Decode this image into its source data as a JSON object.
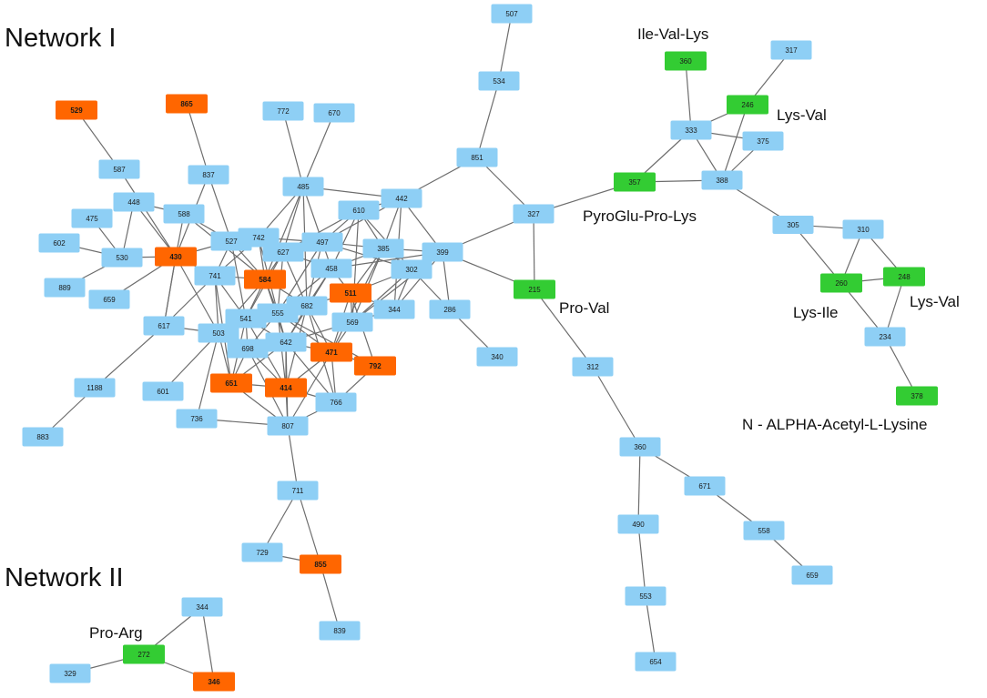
{
  "colors": {
    "default": "#8ecff5",
    "highlight": "#ff6600",
    "identified": "#33cc33",
    "edge": "#6d6d6d"
  },
  "titles": {
    "network1": "Network I",
    "network2": "Network II"
  },
  "annotations": {
    "ile_val_lys": "Ile-Val-Lys",
    "lys_val_top": "Lys-Val",
    "pyroglu_pro_lys": "PyroGlu-Pro-Lys",
    "pro_val": "Pro-Val",
    "lys_ile": "Lys-Ile",
    "lys_val_bottom": "Lys-Val",
    "n_alpha_acetyl_lysine": "N - ALPHA-Acetyl-L-Lysine",
    "pro_arg": "Pro-Arg"
  },
  "nodes": [
    {
      "id": "n507",
      "label": "507",
      "type": "default"
    },
    {
      "id": "n534",
      "label": "534",
      "type": "default"
    },
    {
      "id": "n851",
      "label": "851",
      "type": "default"
    },
    {
      "id": "n327",
      "label": "327",
      "type": "default"
    },
    {
      "id": "n215",
      "label": "215",
      "type": "identified"
    },
    {
      "id": "n312",
      "label": "312",
      "type": "default"
    },
    {
      "id": "n360b",
      "label": "360",
      "type": "default"
    },
    {
      "id": "n671",
      "label": "671",
      "type": "default"
    },
    {
      "id": "n558",
      "label": "558",
      "type": "default"
    },
    {
      "id": "n659b",
      "label": "659",
      "type": "default"
    },
    {
      "id": "n490",
      "label": "490",
      "type": "default"
    },
    {
      "id": "n553",
      "label": "553",
      "type": "default"
    },
    {
      "id": "n654",
      "label": "654",
      "type": "default"
    },
    {
      "id": "n340",
      "label": "340",
      "type": "default"
    },
    {
      "id": "n286",
      "label": "286",
      "type": "default"
    },
    {
      "id": "n399",
      "label": "399",
      "type": "default"
    },
    {
      "id": "n442",
      "label": "442",
      "type": "default"
    },
    {
      "id": "n610",
      "label": "610",
      "type": "default"
    },
    {
      "id": "n385",
      "label": "385",
      "type": "default"
    },
    {
      "id": "n302",
      "label": "302",
      "type": "default"
    },
    {
      "id": "n344a",
      "label": "344",
      "type": "default"
    },
    {
      "id": "n569",
      "label": "569",
      "type": "default"
    },
    {
      "id": "n511",
      "label": "511",
      "type": "highlight"
    },
    {
      "id": "n458",
      "label": "458",
      "type": "default"
    },
    {
      "id": "n497",
      "label": "497",
      "type": "default"
    },
    {
      "id": "n485",
      "label": "485",
      "type": "default"
    },
    {
      "id": "n772",
      "label": "772",
      "type": "default"
    },
    {
      "id": "n670",
      "label": "670",
      "type": "default"
    },
    {
      "id": "n627",
      "label": "627",
      "type": "default"
    },
    {
      "id": "n742",
      "label": "742",
      "type": "default"
    },
    {
      "id": "n527",
      "label": "527",
      "type": "default"
    },
    {
      "id": "n588",
      "label": "588",
      "type": "default"
    },
    {
      "id": "n584",
      "label": "584",
      "type": "highlight"
    },
    {
      "id": "n741",
      "label": "741",
      "type": "default"
    },
    {
      "id": "n682",
      "label": "682",
      "type": "default"
    },
    {
      "id": "n555",
      "label": "555",
      "type": "default"
    },
    {
      "id": "n541",
      "label": "541",
      "type": "default"
    },
    {
      "id": "n642",
      "label": "642",
      "type": "default"
    },
    {
      "id": "n698",
      "label": "698",
      "type": "default"
    },
    {
      "id": "n471",
      "label": "471",
      "type": "highlight"
    },
    {
      "id": "n792",
      "label": "792",
      "type": "highlight"
    },
    {
      "id": "n414",
      "label": "414",
      "type": "highlight"
    },
    {
      "id": "n651",
      "label": "651",
      "type": "highlight"
    },
    {
      "id": "n766",
      "label": "766",
      "type": "default"
    },
    {
      "id": "n807",
      "label": "807",
      "type": "default"
    },
    {
      "id": "n736",
      "label": "736",
      "type": "default"
    },
    {
      "id": "n601",
      "label": "601",
      "type": "default"
    },
    {
      "id": "n503",
      "label": "503",
      "type": "default"
    },
    {
      "id": "n617",
      "label": "617",
      "type": "default"
    },
    {
      "id": "n659a",
      "label": "659",
      "type": "default"
    },
    {
      "id": "n1188",
      "label": "1188",
      "type": "default"
    },
    {
      "id": "n883",
      "label": "883",
      "type": "default"
    },
    {
      "id": "n430",
      "label": "430",
      "type": "highlight"
    },
    {
      "id": "n530",
      "label": "530",
      "type": "default"
    },
    {
      "id": "n602",
      "label": "602",
      "type": "default"
    },
    {
      "id": "n889",
      "label": "889",
      "type": "default"
    },
    {
      "id": "n475",
      "label": "475",
      "type": "default"
    },
    {
      "id": "n448",
      "label": "448",
      "type": "default"
    },
    {
      "id": "n587",
      "label": "587",
      "type": "default"
    },
    {
      "id": "n529",
      "label": "529",
      "type": "highlight"
    },
    {
      "id": "n865",
      "label": "865",
      "type": "highlight"
    },
    {
      "id": "n837",
      "label": "837",
      "type": "default"
    },
    {
      "id": "n711",
      "label": "711",
      "type": "default"
    },
    {
      "id": "n729",
      "label": "729",
      "type": "default"
    },
    {
      "id": "n855",
      "label": "855",
      "type": "highlight"
    },
    {
      "id": "n839",
      "label": "839",
      "type": "default"
    },
    {
      "id": "n357",
      "label": "357",
      "type": "identified"
    },
    {
      "id": "n388",
      "label": "388",
      "type": "default"
    },
    {
      "id": "n333",
      "label": "333",
      "type": "default"
    },
    {
      "id": "n360a",
      "label": "360",
      "type": "identified"
    },
    {
      "id": "n246",
      "label": "246",
      "type": "identified"
    },
    {
      "id": "n317",
      "label": "317",
      "type": "default"
    },
    {
      "id": "n375",
      "label": "375",
      "type": "default"
    },
    {
      "id": "n305",
      "label": "305",
      "type": "default"
    },
    {
      "id": "n310",
      "label": "310",
      "type": "default"
    },
    {
      "id": "n260",
      "label": "260",
      "type": "identified"
    },
    {
      "id": "n248",
      "label": "248",
      "type": "identified"
    },
    {
      "id": "n234",
      "label": "234",
      "type": "default"
    },
    {
      "id": "n378",
      "label": "378",
      "type": "identified"
    },
    {
      "id": "n344b",
      "label": "344",
      "type": "default"
    },
    {
      "id": "n272",
      "label": "272",
      "type": "identified"
    },
    {
      "id": "n329",
      "label": "329",
      "type": "default"
    },
    {
      "id": "n346",
      "label": "346",
      "type": "highlight"
    }
  ],
  "edges": [
    [
      "n507",
      "n534"
    ],
    [
      "n534",
      "n851"
    ],
    [
      "n851",
      "n442"
    ],
    [
      "n851",
      "n327"
    ],
    [
      "n327",
      "n399"
    ],
    [
      "n327",
      "n215"
    ],
    [
      "n327",
      "n357"
    ],
    [
      "n215",
      "n399"
    ],
    [
      "n215",
      "n312"
    ],
    [
      "n312",
      "n360b"
    ],
    [
      "n360b",
      "n671"
    ],
    [
      "n360b",
      "n490"
    ],
    [
      "n671",
      "n558"
    ],
    [
      "n558",
      "n659b"
    ],
    [
      "n490",
      "n553"
    ],
    [
      "n553",
      "n654"
    ],
    [
      "n286",
      "n340"
    ],
    [
      "n286",
      "n302"
    ],
    [
      "n286",
      "n399"
    ],
    [
      "n357",
      "n388"
    ],
    [
      "n357",
      "n333"
    ],
    [
      "n333",
      "n360a"
    ],
    [
      "n333",
      "n246"
    ],
    [
      "n333",
      "n375"
    ],
    [
      "n333",
      "n388"
    ],
    [
      "n246",
      "n388"
    ],
    [
      "n246",
      "n317"
    ],
    [
      "n388",
      "n375"
    ],
    [
      "n388",
      "n305"
    ],
    [
      "n305",
      "n310"
    ],
    [
      "n305",
      "n260"
    ],
    [
      "n310",
      "n260"
    ],
    [
      "n310",
      "n248"
    ],
    [
      "n260",
      "n248"
    ],
    [
      "n260",
      "n234"
    ],
    [
      "n248",
      "n234"
    ],
    [
      "n234",
      "n378"
    ],
    [
      "n442",
      "n610"
    ],
    [
      "n442",
      "n399"
    ],
    [
      "n442",
      "n497"
    ],
    [
      "n442",
      "n385"
    ],
    [
      "n442",
      "n344a"
    ],
    [
      "n399",
      "n385"
    ],
    [
      "n399",
      "n302"
    ],
    [
      "n399",
      "n344a"
    ],
    [
      "n399",
      "n569"
    ],
    [
      "n399",
      "n458"
    ],
    [
      "n485",
      "n772"
    ],
    [
      "n485",
      "n670"
    ],
    [
      "n485",
      "n442"
    ],
    [
      "n485",
      "n627"
    ],
    [
      "n485",
      "n497"
    ],
    [
      "n485",
      "n742"
    ],
    [
      "n485",
      "n584"
    ],
    [
      "n485",
      "n682"
    ],
    [
      "n610",
      "n497"
    ],
    [
      "n610",
      "n385"
    ],
    [
      "n610",
      "n458"
    ],
    [
      "n610",
      "n627"
    ],
    [
      "n610",
      "n569"
    ],
    [
      "n610",
      "n302"
    ],
    [
      "n497",
      "n458"
    ],
    [
      "n497",
      "n385"
    ],
    [
      "n497",
      "n627"
    ],
    [
      "n497",
      "n555"
    ],
    [
      "n497",
      "n682"
    ],
    [
      "n497",
      "n742"
    ],
    [
      "n497",
      "n302"
    ],
    [
      "n385",
      "n458"
    ],
    [
      "n385",
      "n302"
    ],
    [
      "n385",
      "n511"
    ],
    [
      "n385",
      "n569"
    ],
    [
      "n385",
      "n471"
    ],
    [
      "n302",
      "n511"
    ],
    [
      "n302",
      "n344a"
    ],
    [
      "n302",
      "n569"
    ],
    [
      "n344a",
      "n511"
    ],
    [
      "n344a",
      "n569"
    ],
    [
      "n569",
      "n511"
    ],
    [
      "n569",
      "n471"
    ],
    [
      "n569",
      "n642"
    ],
    [
      "n511",
      "n458"
    ],
    [
      "n511",
      "n471"
    ],
    [
      "n511",
      "n792"
    ],
    [
      "n511",
      "n682"
    ],
    [
      "n458",
      "n682"
    ],
    [
      "n458",
      "n555"
    ],
    [
      "n458",
      "n627"
    ],
    [
      "n458",
      "n642"
    ],
    [
      "n627",
      "n742"
    ],
    [
      "n627",
      "n584"
    ],
    [
      "n627",
      "n555"
    ],
    [
      "n627",
      "n541"
    ],
    [
      "n627",
      "n682"
    ],
    [
      "n742",
      "n527"
    ],
    [
      "n742",
      "n584"
    ],
    [
      "n742",
      "n555"
    ],
    [
      "n742",
      "n741"
    ],
    [
      "n527",
      "n588"
    ],
    [
      "n527",
      "n430"
    ],
    [
      "n527",
      "n741"
    ],
    [
      "n527",
      "n584"
    ],
    [
      "n527",
      "n541"
    ],
    [
      "n588",
      "n430"
    ],
    [
      "n588",
      "n584"
    ],
    [
      "n588",
      "n448"
    ],
    [
      "n584",
      "n741"
    ],
    [
      "n584",
      "n555"
    ],
    [
      "n584",
      "n541"
    ],
    [
      "n584",
      "n682"
    ],
    [
      "n584",
      "n642"
    ],
    [
      "n584",
      "n503"
    ],
    [
      "n741",
      "n503"
    ],
    [
      "n741",
      "n541"
    ],
    [
      "n741",
      "n430"
    ],
    [
      "n741",
      "n651"
    ],
    [
      "n682",
      "n555"
    ],
    [
      "n682",
      "n642"
    ],
    [
      "n682",
      "n471"
    ],
    [
      "n682",
      "n414"
    ],
    [
      "n682",
      "n766"
    ],
    [
      "n555",
      "n541"
    ],
    [
      "n555",
      "n642"
    ],
    [
      "n555",
      "n698"
    ],
    [
      "n555",
      "n471"
    ],
    [
      "n555",
      "n414"
    ],
    [
      "n555",
      "n792"
    ],
    [
      "n541",
      "n503"
    ],
    [
      "n541",
      "n698"
    ],
    [
      "n541",
      "n651"
    ],
    [
      "n541",
      "n642"
    ],
    [
      "n541",
      "n414"
    ],
    [
      "n642",
      "n698"
    ],
    [
      "n642",
      "n471"
    ],
    [
      "n642",
      "n414"
    ],
    [
      "n642",
      "n651"
    ],
    [
      "n642",
      "n766"
    ],
    [
      "n642",
      "n807"
    ],
    [
      "n698",
      "n651"
    ],
    [
      "n698",
      "n414"
    ],
    [
      "n698",
      "n503"
    ],
    [
      "n698",
      "n807"
    ],
    [
      "n471",
      "n792"
    ],
    [
      "n471",
      "n414"
    ],
    [
      "n471",
      "n766"
    ],
    [
      "n471",
      "n807"
    ],
    [
      "n792",
      "n766"
    ],
    [
      "n414",
      "n651"
    ],
    [
      "n414",
      "n766"
    ],
    [
      "n414",
      "n807"
    ],
    [
      "n651",
      "n503"
    ],
    [
      "n651",
      "n807"
    ],
    [
      "n766",
      "n807"
    ],
    [
      "n807",
      "n736"
    ],
    [
      "n807",
      "n711"
    ],
    [
      "n503",
      "n617"
    ],
    [
      "n503",
      "n736"
    ],
    [
      "n503",
      "n601"
    ],
    [
      "n503",
      "n430"
    ],
    [
      "n617",
      "n430"
    ],
    [
      "n617",
      "n1188"
    ],
    [
      "n617",
      "n741"
    ],
    [
      "n1188",
      "n883"
    ],
    [
      "n430",
      "n530"
    ],
    [
      "n430",
      "n448"
    ],
    [
      "n430",
      "n587"
    ],
    [
      "n430",
      "n659a"
    ],
    [
      "n430",
      "n837"
    ],
    [
      "n430",
      "n617"
    ],
    [
      "n530",
      "n602"
    ],
    [
      "n530",
      "n889"
    ],
    [
      "n530",
      "n475"
    ],
    [
      "n530",
      "n448"
    ],
    [
      "n587",
      "n529"
    ],
    [
      "n837",
      "n865"
    ],
    [
      "n837",
      "n527"
    ],
    [
      "n711",
      "n729"
    ],
    [
      "n711",
      "n855"
    ],
    [
      "n729",
      "n855"
    ],
    [
      "n855",
      "n839"
    ],
    [
      "n344b",
      "n272"
    ],
    [
      "n344b",
      "n346"
    ],
    [
      "n272",
      "n329"
    ],
    [
      "n272",
      "n346"
    ]
  ]
}
